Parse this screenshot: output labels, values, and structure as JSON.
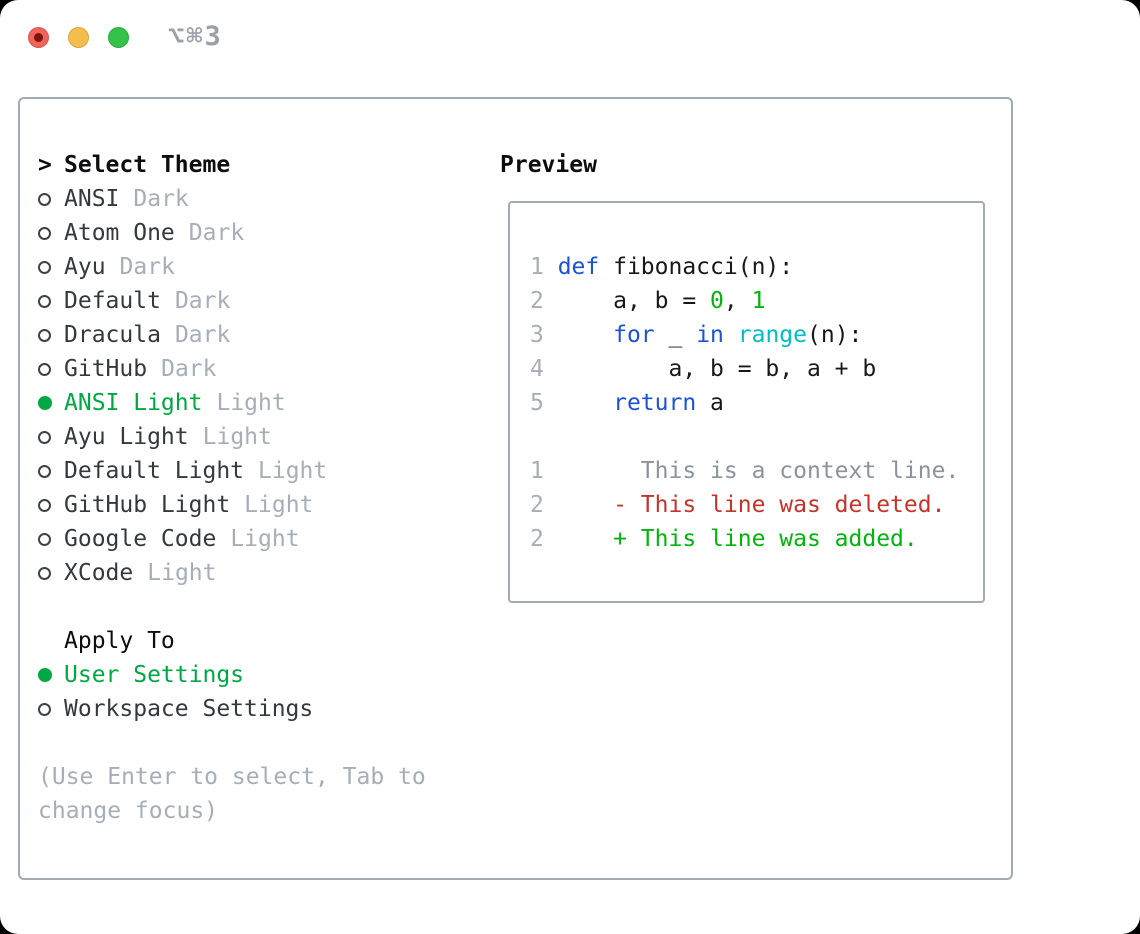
{
  "titlebar": {
    "shortcut": "⌥⌘3",
    "buttons": [
      {
        "id": "close",
        "color": "#f0655b",
        "has_dot": true
      },
      {
        "id": "minimize",
        "color": "#f4bd4c",
        "has_dot": false
      },
      {
        "id": "zoom",
        "color": "#34c24b",
        "has_dot": false
      }
    ]
  },
  "theme_picker": {
    "cursor": ">",
    "title": "Select Theme",
    "items": [
      {
        "name": "ANSI",
        "variant": "Dark",
        "selected": false
      },
      {
        "name": "Atom One",
        "variant": "Dark",
        "selected": false
      },
      {
        "name": "Ayu",
        "variant": "Dark",
        "selected": false
      },
      {
        "name": "Default",
        "variant": "Dark",
        "selected": false
      },
      {
        "name": "Dracula",
        "variant": "Dark",
        "selected": false
      },
      {
        "name": "GitHub",
        "variant": "Dark",
        "selected": false
      },
      {
        "name": "ANSI Light",
        "variant": "Light",
        "selected": true
      },
      {
        "name": "Ayu Light",
        "variant": "Light",
        "selected": false
      },
      {
        "name": "Default Light",
        "variant": "Light",
        "selected": false
      },
      {
        "name": "GitHub Light",
        "variant": "Light",
        "selected": false
      },
      {
        "name": "Google Code",
        "variant": "Light",
        "selected": false
      },
      {
        "name": "XCode",
        "variant": "Light",
        "selected": false
      }
    ]
  },
  "apply_to": {
    "title": "Apply To",
    "options": [
      {
        "label": "User Settings",
        "selected": true
      },
      {
        "label": "Workspace Settings",
        "selected": false
      }
    ]
  },
  "hint": "(Use Enter to select, Tab to change focus)",
  "preview": {
    "title": "Preview",
    "lines": [
      {
        "num": "1",
        "tokens": [
          {
            "text": "def",
            "type": "keyword"
          },
          {
            "text": " fibonacci(n):",
            "type": "plain"
          }
        ]
      },
      {
        "num": "2",
        "tokens": [
          {
            "text": "    a, b = ",
            "type": "plain"
          },
          {
            "text": "0",
            "type": "number"
          },
          {
            "text": ", ",
            "type": "plain"
          },
          {
            "text": "1",
            "type": "number"
          }
        ]
      },
      {
        "num": "3",
        "tokens": [
          {
            "text": "    ",
            "type": "plain"
          },
          {
            "text": "for",
            "type": "keyword"
          },
          {
            "text": " _ ",
            "type": "plain"
          },
          {
            "text": "in",
            "type": "keyword"
          },
          {
            "text": " ",
            "type": "plain"
          },
          {
            "text": "range",
            "type": "function"
          },
          {
            "text": "(n):",
            "type": "plain"
          }
        ]
      },
      {
        "num": "4",
        "tokens": [
          {
            "text": "        a, b = b, a + b",
            "type": "plain"
          }
        ]
      },
      {
        "num": "5",
        "tokens": [
          {
            "text": "    ",
            "type": "plain"
          },
          {
            "text": "return",
            "type": "keyword"
          },
          {
            "text": " a",
            "type": "plain"
          }
        ]
      },
      {
        "num": "",
        "tokens": []
      },
      {
        "num": "1",
        "tokens": [
          {
            "text": "      This is a context line.",
            "type": "context"
          }
        ]
      },
      {
        "num": "2",
        "tokens": [
          {
            "text": "    - This line was deleted.",
            "type": "deleted"
          }
        ]
      },
      {
        "num": "2",
        "tokens": [
          {
            "text": "    + This line was added.",
            "type": "added"
          }
        ]
      }
    ]
  },
  "colors": {
    "selected_green": "#00a843",
    "keyword_blue": "#1a53d5",
    "function_cyan": "#00bdc6",
    "number_green": "#00b50c",
    "deleted_red": "#c4342b",
    "context_gray": "#8b939c",
    "muted_gray": "#a6aeb8",
    "panel_border": "#a2aab5"
  }
}
